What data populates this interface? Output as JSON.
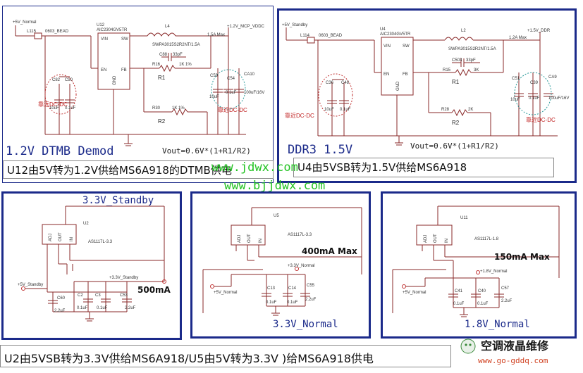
{
  "top_left": {
    "title": "1.2V DTMB Demod",
    "vout": "Vout=0.6V*(1+R1/R2)",
    "chip": "U12",
    "chip_part": "AIC2304GV5TR",
    "inductor": "L4",
    "inductor_part": "SWPA3015S2R2NT/1.5A",
    "in_label": "+5V_Normal",
    "bead": "L115",
    "bead_part": "0603_BEAD",
    "out_label": "+1.2V_MCP_VDDC",
    "out_current": "1.5A Max",
    "r1": "R1",
    "r1_ref": "R16",
    "r1_val": "1K 1%",
    "r2": "R2",
    "r2_ref": "R30",
    "r2_val": "1K 1%",
    "cap_ff": "C88",
    "cap_ff_val": "33pF",
    "caps_in": [
      "C82",
      "C50"
    ],
    "caps_in_vals": [
      "10uF",
      "0.1uF"
    ],
    "caps_out": [
      "C59",
      "C54",
      "CA10"
    ],
    "caps_out_vals": [
      "10uF",
      "0.1uF",
      "100uF/16V"
    ],
    "near_dc_1": "靠近DC-DC",
    "near_dc_2": "靠近DC-DC",
    "pins": [
      "VIN",
      "SW",
      "EN",
      "FB",
      "GND"
    ]
  },
  "top_right": {
    "title": "DDR3 1.5V",
    "vout": "Vout=0.6V*(1+R1/R2)",
    "chip": "U4",
    "chip_part": "AIC2304GV5TR",
    "inductor": "L2",
    "inductor_part": "SWPA3015S2R2NT/1.5A",
    "in_label": "+5V_Standby",
    "bead": "L114",
    "bead_part": "0603_BEAD",
    "out_label": "+1.5V_DDR",
    "out_current": "1.2A Max",
    "r1": "R1",
    "r1_ref": "R15",
    "r1_val": "3K",
    "r2": "R2",
    "r2_ref": "R28",
    "r2_val": "2K",
    "cap_ff": "C503",
    "cap_ff_val": "33pF",
    "caps_in": [
      "C36",
      "C48"
    ],
    "caps_in_vals": [
      "10uF",
      "0.1uF"
    ],
    "caps_out": [
      "C51",
      "C39",
      "CA9"
    ],
    "caps_out_vals": [
      "10uF",
      "0.1uF",
      "100uF/16V"
    ],
    "near_dc_1": "靠近DC-DC",
    "near_dc_2": "靠近DC-DC",
    "pins": [
      "VIN",
      "SW",
      "EN",
      "FB",
      "GND"
    ]
  },
  "caption_left": "U12由5V转为1.2V供给MS6A918的DTMB供电",
  "caption_right": "U4由5VSB转为1.5V供给MS6A918",
  "watermark_1": "www.jdwx.com",
  "watermark_2": "www.bjjdwx.com",
  "ldo1": {
    "title": "3.3V_Standby",
    "chip": "U2",
    "part": "AS1117L-3.3",
    "in_label": "+5V_Standby",
    "out_label": "+3.3V_Standby",
    "current": "500mA",
    "caps": [
      "C60",
      "C2",
      "C3",
      "C53"
    ],
    "cap_vals": [
      "2.2uF",
      "0.1uF",
      "0.1uF",
      "2.2uF"
    ],
    "pins": [
      "ADJ",
      "OUT",
      "IN"
    ]
  },
  "ldo2": {
    "title": "3.3V_Normal",
    "chip": "U5",
    "part": "AS1117L-3.3",
    "in_label": "+5V_Normal",
    "out_label": "+3.3V_Normal",
    "current": "400mA Max",
    "caps": [
      "C13",
      "C14",
      "C55"
    ],
    "cap_vals": [
      "0.1uF",
      "0.1uF",
      "2.2uF"
    ],
    "pins": [
      "ADJ",
      "OUT",
      "IN"
    ]
  },
  "ldo3": {
    "title": "1.8V_Normal",
    "chip": "U11",
    "part": "AS1117L-1.8",
    "in_label": "+5V_Normal",
    "out_label": "+1.8V_Normal",
    "current": "150mA Max",
    "caps": [
      "C41",
      "C40",
      "C57"
    ],
    "cap_vals": [
      "0.1uF",
      "0.1uF",
      "2.2uF"
    ],
    "pins": [
      "ADJ",
      "OUT",
      "IN"
    ]
  },
  "caption_bottom": "U2由5VSB转为3.3V供给MS6A918/U5由5V转为3.3V )给MS6A918供电",
  "logo_text": "空调液晶维修",
  "logo_url": "www.go-gddq.com",
  "colors": {
    "frame": "#1b2a8a",
    "ldo_frame": "#b0306a",
    "wire": "#8a2a2a",
    "wm": "#23c323"
  }
}
